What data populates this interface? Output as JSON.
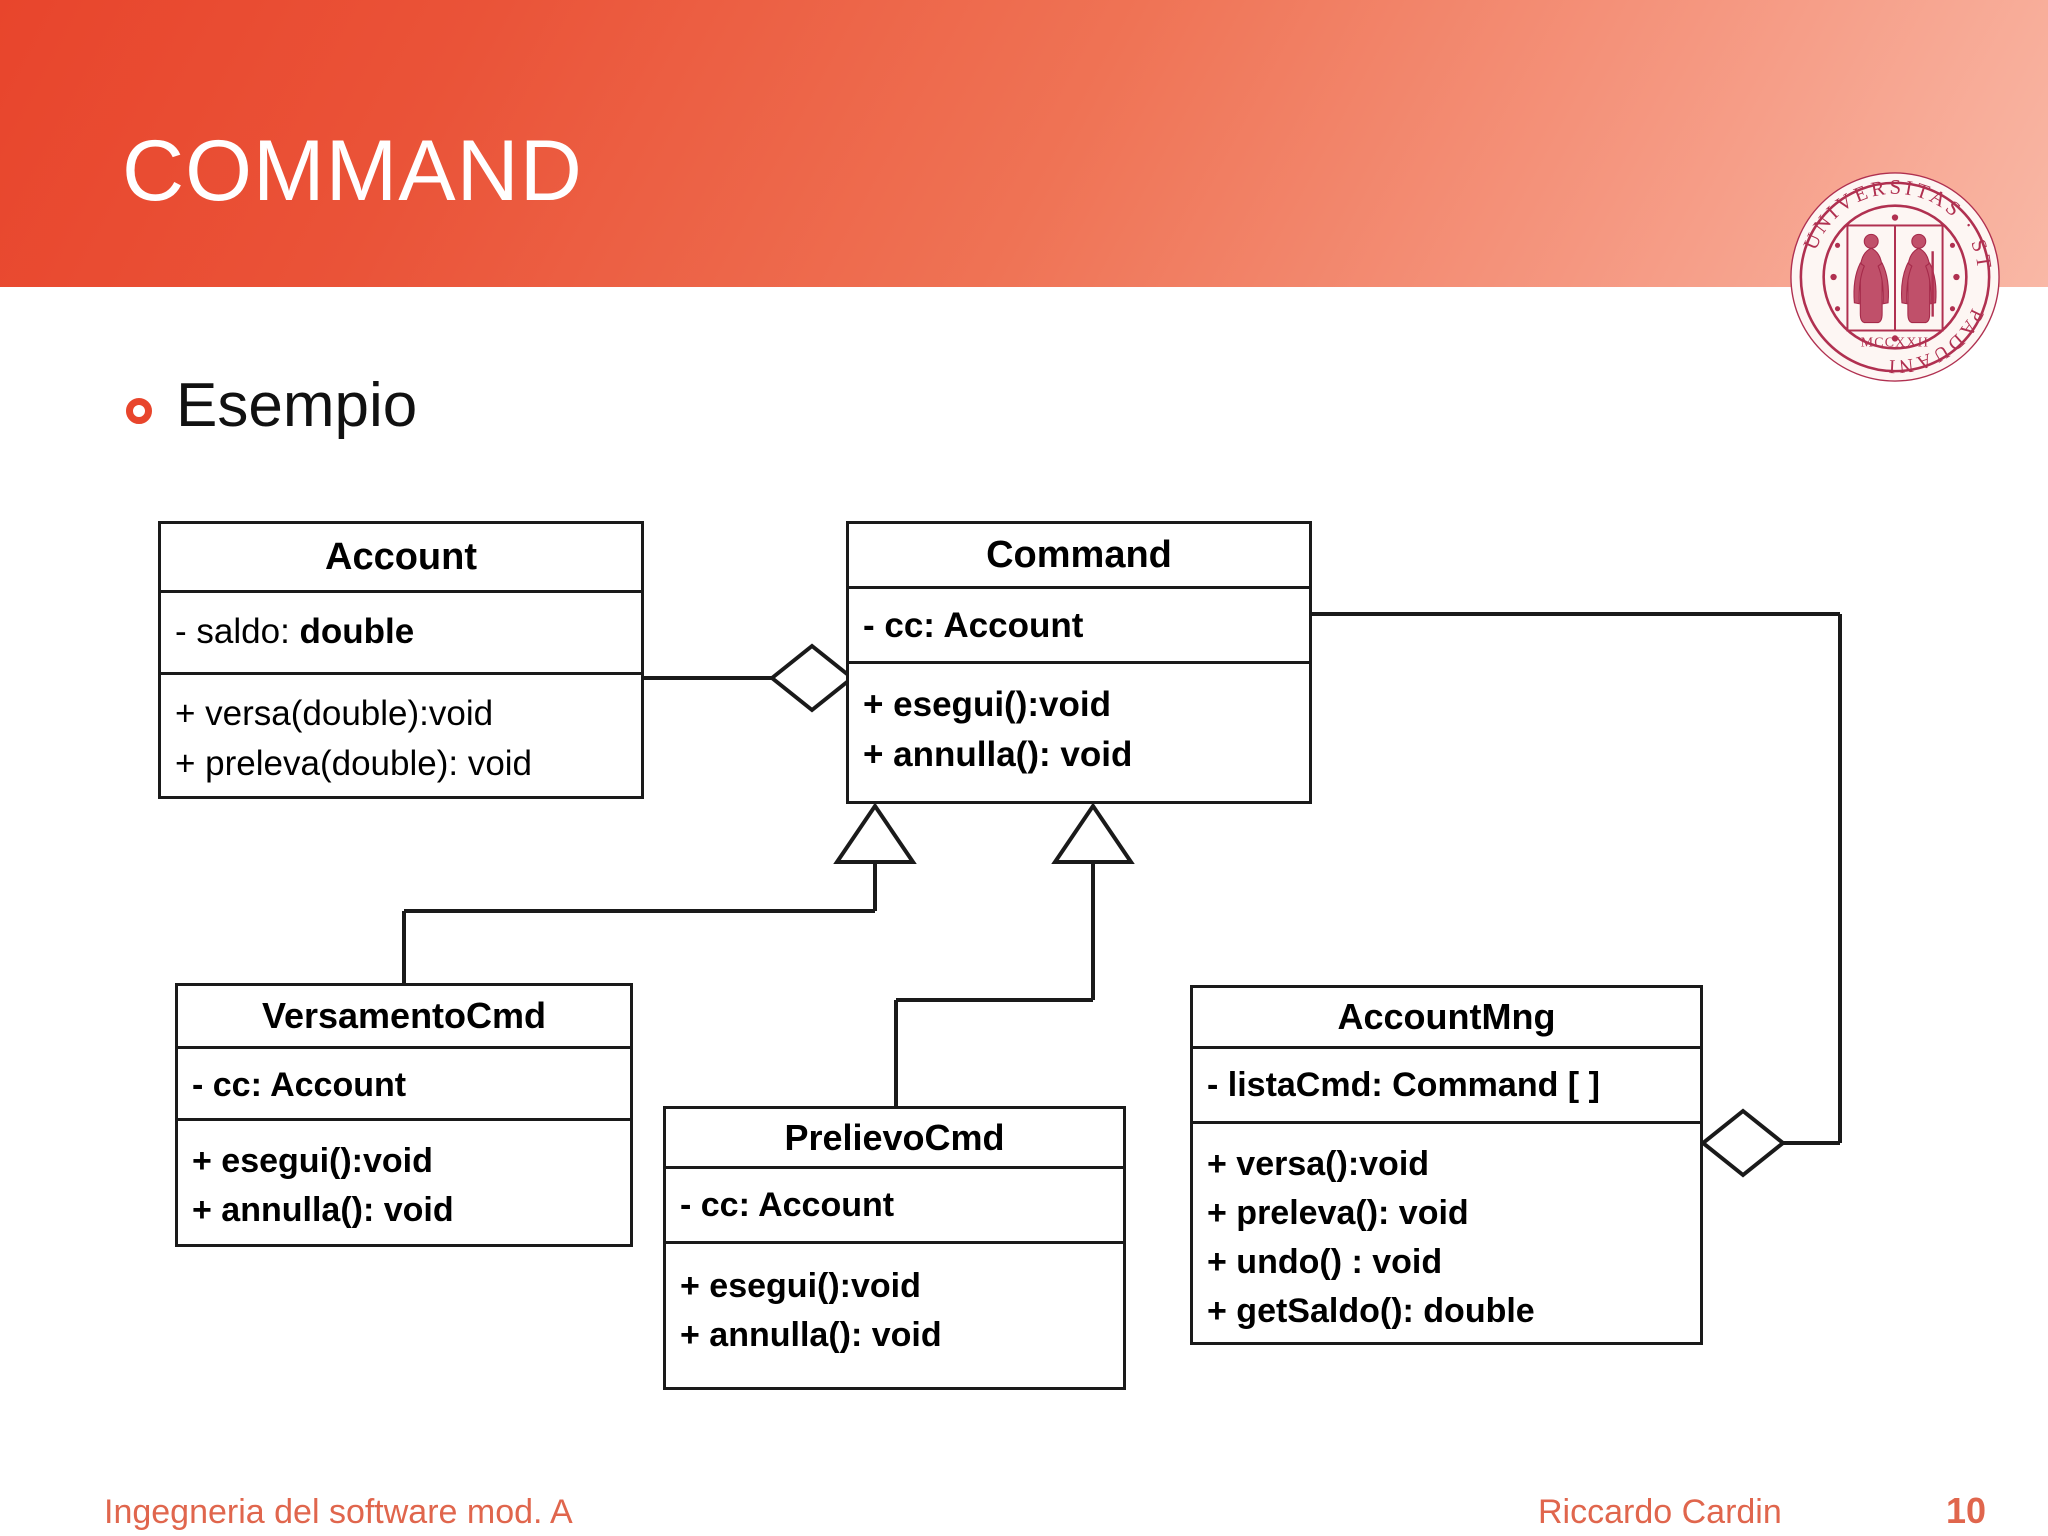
{
  "slide": {
    "title": "COMMAND",
    "bullet": {
      "marker": "ring-bullet",
      "text": "Esempio"
    }
  },
  "logo": {
    "name": "university-of-padua-seal",
    "outer_text": "UNIVERSITAS · STUDII PADUANI",
    "date_text": "MCCXXII",
    "color": "#b03050"
  },
  "colors": {
    "header_gradient_start": "#e8452c",
    "header_gradient_end": "#f9b8a6",
    "bullet": "#e8452c",
    "footer_text": "#e0664d",
    "diagram_stroke": "#1a1a1a"
  },
  "diagram": {
    "type": "uml-class-diagram",
    "classes": {
      "account": {
        "name": "Account",
        "attributes": [
          {
            "prefix": "- ",
            "name": "saldo: ",
            "type": "double"
          }
        ],
        "operations": [
          "+ versa(double):void",
          "+ preleva(double): void"
        ]
      },
      "command": {
        "name": "Command",
        "attributes": [
          {
            "text": "- cc: Account"
          }
        ],
        "operations": [
          "+ esegui():void",
          "+ annulla(): void"
        ]
      },
      "versamento": {
        "name": "VersamentoCmd",
        "attributes": [
          {
            "text": "- cc: Account"
          }
        ],
        "operations": [
          "+ esegui():void",
          "+ annulla(): void"
        ]
      },
      "prelievo": {
        "name": "PrelievoCmd",
        "attributes": [
          {
            "text": "- cc: Account"
          }
        ],
        "operations": [
          "+ esegui():void",
          "+ annulla(): void"
        ]
      },
      "accountmng": {
        "name": "AccountMng",
        "attributes": [
          {
            "text": "- listaCmd: Command [ ]"
          }
        ],
        "operations": [
          "+ versa():void",
          "+ preleva(): void",
          "+ undo() : void",
          "+ getSaldo(): double"
        ]
      }
    },
    "relations": [
      {
        "kind": "aggregation",
        "from": "Command",
        "to": "Account"
      },
      {
        "kind": "generalization",
        "from": "VersamentoCmd",
        "to": "Command"
      },
      {
        "kind": "generalization",
        "from": "PrelievoCmd",
        "to": "Command"
      },
      {
        "kind": "aggregation",
        "from": "AccountMng",
        "to": "Command"
      }
    ]
  },
  "footer": {
    "course": "Ingegneria del software mod. A",
    "author": "Riccardo Cardin",
    "page": "10"
  }
}
